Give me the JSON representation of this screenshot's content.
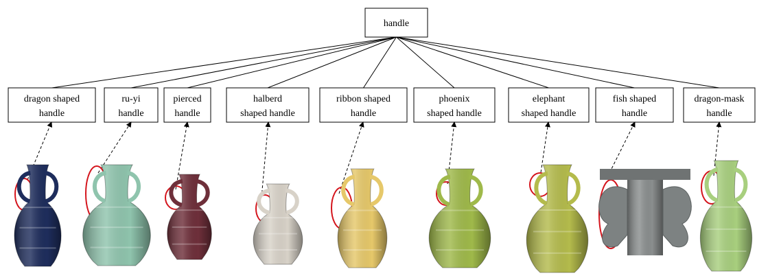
{
  "root": {
    "label": "handle"
  },
  "handle_types": [
    {
      "line1": "dragon shaped",
      "line2": "handle",
      "vase_color": "#1e2d5c",
      "vase_pattern": "blue-white-floral"
    },
    {
      "line1": "ru-yi",
      "line2": "handle",
      "vase_color": "#8fc4ad",
      "vase_pattern": "celadon-plain"
    },
    {
      "line1": "pierced",
      "line2": "handle",
      "vase_color": "#6e2f3a",
      "vase_pattern": "flambe-glaze"
    },
    {
      "line1": "halberd",
      "line2": "shaped handle",
      "vase_color": "#d8d2c8",
      "vase_pattern": "famille-rose-tree"
    },
    {
      "line1": "ribbon shaped",
      "line2": "handle",
      "vase_color": "#e6c86a",
      "vase_pattern": "double-gourd-painted"
    },
    {
      "line1": "phoenix",
      "line2": "shaped handle",
      "vase_color": "#9fb94a",
      "vase_pattern": "enamel-floral"
    },
    {
      "line1": "elephant",
      "line2": "shaped handle",
      "vase_color": "#b4bb4c",
      "vase_pattern": "enamel-medallion"
    },
    {
      "line1": "fish shaped",
      "line2": "handle",
      "vase_color": "#8a8e8e",
      "vase_pattern": "3d-model-grey"
    },
    {
      "line1": "dragon-mask",
      "line2": "handle",
      "vase_color": "#a8cf7e",
      "vase_pattern": "famille-rose-green"
    }
  ],
  "highlight_color": "#d4141c"
}
